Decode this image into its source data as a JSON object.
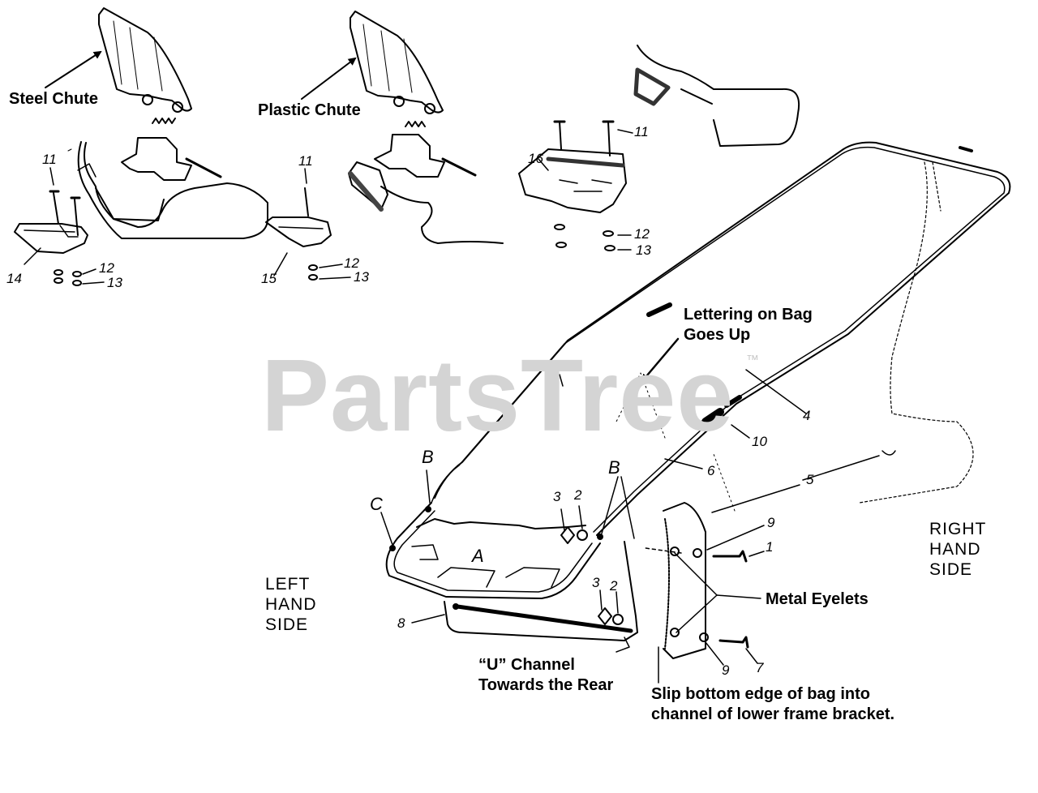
{
  "watermark": {
    "text": "PartsTree",
    "trademark": "™",
    "color": "#d4d4d4"
  },
  "callouts": {
    "steel_chute": "Steel Chute",
    "plastic_chute": "Plastic Chute",
    "lettering_line1": "Lettering on Bag",
    "lettering_line2": "Goes Up",
    "left_side_line1": "LEFT",
    "left_side_line2": "HAND",
    "left_side_line3": "SIDE",
    "right_side_line1": "RIGHT",
    "right_side_line2": "HAND",
    "right_side_line3": "SIDE",
    "metal_eyelets": "Metal Eyelets",
    "u_channel_line1": "“U” Channel",
    "u_channel_line2": "Towards the Rear",
    "slip_line1": "Slip bottom edge of bag into",
    "slip_line2": "channel of lower frame bracket."
  },
  "part_numbers": {
    "p11a": "11",
    "p14": "14",
    "p12a": "12",
    "p13a": "13",
    "p11b": "11",
    "p15": "15",
    "p12b": "12",
    "p13b": "13",
    "p11c": "11",
    "p16": "16",
    "p12c": "12",
    "p13c": "13",
    "p4": "4",
    "p10": "10",
    "p6": "6",
    "p5": "5",
    "p3a": "3",
    "p2a": "2",
    "p9a": "9",
    "p1": "1",
    "p3b": "3",
    "p2b": "2",
    "p8": "8",
    "p9b": "9",
    "p7": "7"
  },
  "reference_letters": {
    "a": "A",
    "b_left": "B",
    "b_right": "B",
    "c": "C"
  }
}
